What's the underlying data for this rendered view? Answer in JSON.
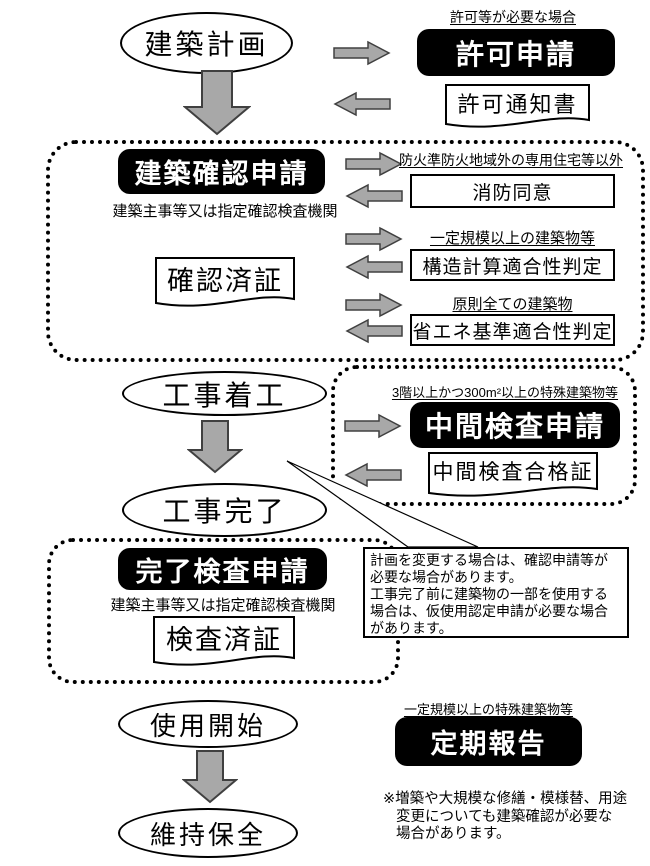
{
  "colors": {
    "arrow_fill": "#a8a8a8",
    "arrow_stroke": "#404040",
    "black_box_bg": "#000000",
    "black_box_text": "#ffffff",
    "line": "#000000"
  },
  "stages": {
    "plan": "建築計画",
    "start": "工事着工",
    "complete": "工事完了",
    "use_start": "使用開始",
    "maintenance": "維持保全"
  },
  "permit": {
    "condition": "許可等が必要な場合",
    "application": "許可申請",
    "notice": "許可通知書"
  },
  "confirmation": {
    "application": "建築確認申請",
    "authority": "建築主事等又は指定確認検査機関",
    "certificate": "確認済証",
    "rows": [
      {
        "condition": "防火準防火地域外の専用住宅等以外",
        "response": "消防同意"
      },
      {
        "condition": "一定規模以上の建築物等",
        "response": "構造計算適合性判定"
      },
      {
        "condition": "原則全ての建築物",
        "response": "省エネ基準適合性判定"
      }
    ]
  },
  "interim": {
    "condition": "3階以上かつ300m²以上の特殊建築物等",
    "application": "中間検査申請",
    "certificate": "中間検査合格証"
  },
  "completion": {
    "application": "完了検査申請",
    "authority": "建築主事等又は指定確認検査機関",
    "certificate": "検査済証"
  },
  "callout": {
    "note": "計画を変更する場合は、確認申請等が\n必要な場合があります。\n工事完了前に建築物の一部を使用する\n場合は、仮使用認定申請が必要な場合\nがあります。"
  },
  "periodic": {
    "condition": "一定規模以上の特殊建築物等",
    "report": "定期報告"
  },
  "footnote": "※増築や大規模な修繕・模様替、用途\n変更についても建築確認が必要な\n場合があります。"
}
